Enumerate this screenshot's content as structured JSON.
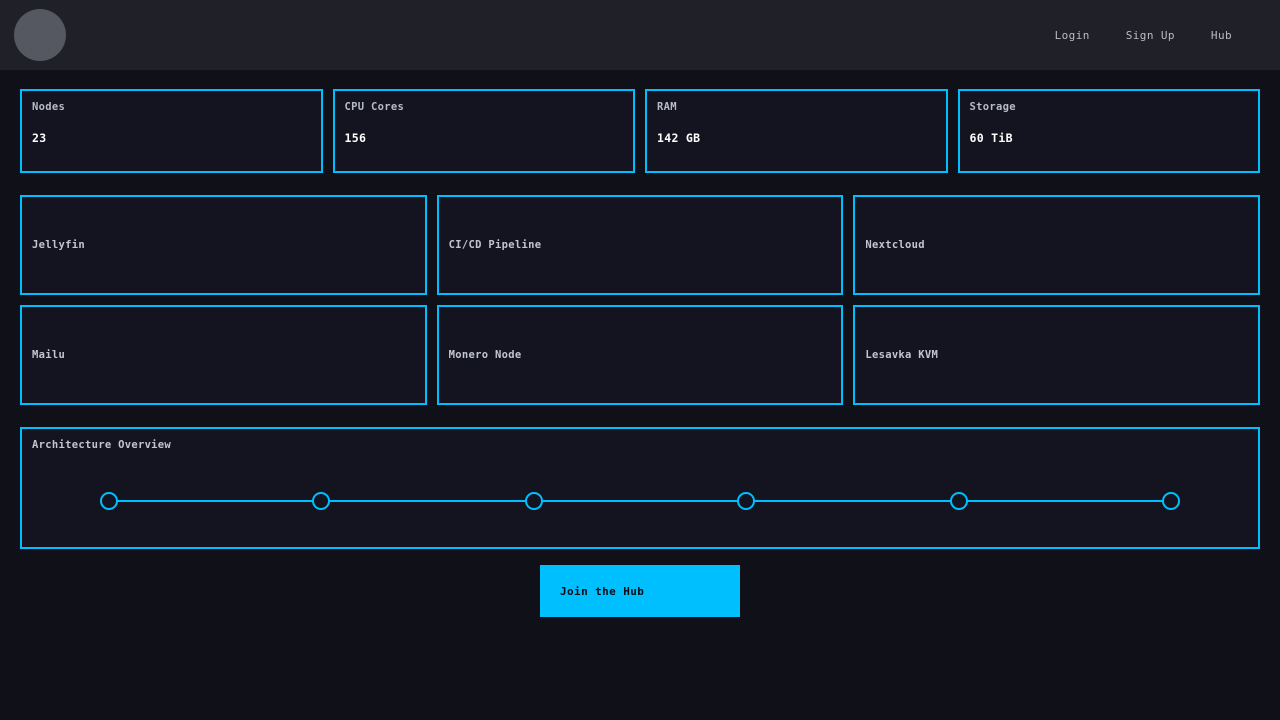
{
  "header": {
    "avatar_name": "user-avatar",
    "nav": [
      {
        "label": "Login"
      },
      {
        "label": "Sign Up"
      },
      {
        "label": "Hub"
      }
    ]
  },
  "stats": [
    {
      "label": "Nodes",
      "value": "23"
    },
    {
      "label": "CPU Cores",
      "value": "156"
    },
    {
      "label": "RAM",
      "value": "142 GB"
    },
    {
      "label": "Storage",
      "value": "60 TiB"
    }
  ],
  "services": [
    {
      "title": "Jellyfin"
    },
    {
      "title": "CI/CD Pipeline"
    },
    {
      "title": "Nextcloud"
    },
    {
      "title": "Mailu"
    },
    {
      "title": "Monero Node"
    },
    {
      "title": "Lesavka KVM"
    }
  ],
  "architecture": {
    "title": "Architecture Overview",
    "node_count": 6
  },
  "cta": {
    "label": "Join the Hub"
  },
  "colors": {
    "accent": "#00bfff",
    "page_bg": "#0f1018",
    "header_bg": "#1f2028",
    "card_bg": "#131420",
    "text": "#c9cbd6",
    "value_text": "#ffffff",
    "avatar": "#555761"
  }
}
